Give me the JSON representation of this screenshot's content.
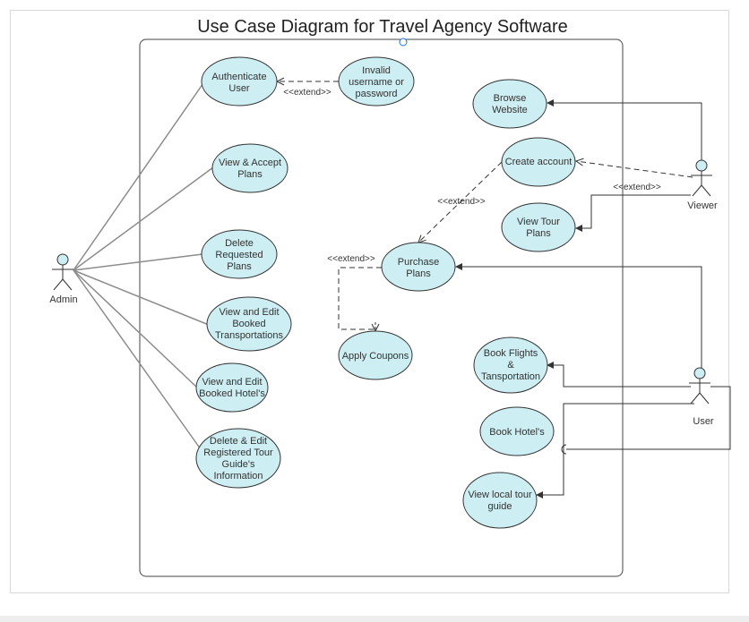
{
  "diagram": {
    "title": "Use Case Diagram for Travel Agency Software",
    "colors": {
      "usecase_fill": "#cdeef2",
      "stroke": "#333333",
      "assoc": "#8c8c8c",
      "boundary": "#444444",
      "anchor": "#1a73e8"
    },
    "actors": {
      "admin": "Admin",
      "viewer": "Viewer",
      "user": "User"
    },
    "usecases": {
      "authenticate": [
        "Authenticate",
        "User"
      ],
      "invalid": [
        "Invalid",
        "username or",
        "password"
      ],
      "view_accept": [
        "View & Accept",
        "Plans"
      ],
      "delete_requested": [
        "Delete",
        "Requested",
        "Plans"
      ],
      "edit_transport": [
        "View and Edit",
        "Booked",
        "Transportations"
      ],
      "edit_hotels": [
        "View and Edit",
        "Booked Hotel's"
      ],
      "delete_guide": [
        "Delete & Edit",
        "Registered Tour",
        "Guide's",
        "Information"
      ],
      "browse": [
        "Browse",
        "Website"
      ],
      "create_account": [
        "Create account"
      ],
      "view_tour": [
        "View Tour",
        "Plans"
      ],
      "purchase": [
        "Purchase",
        "Plans"
      ],
      "apply_coupons": [
        "Apply Coupons"
      ],
      "book_flights": [
        "Book Flights",
        "&",
        "Tansportation"
      ],
      "book_hotels": [
        "Book Hotel's"
      ],
      "view_guide": [
        "View local tour",
        "guide"
      ]
    },
    "labels": {
      "extend_invalid": "<<extend>>",
      "extend_viewer": "<<extend>>",
      "extend_purchase_create": "<<extend>>",
      "extend_coupons": "<<extend>>"
    }
  }
}
